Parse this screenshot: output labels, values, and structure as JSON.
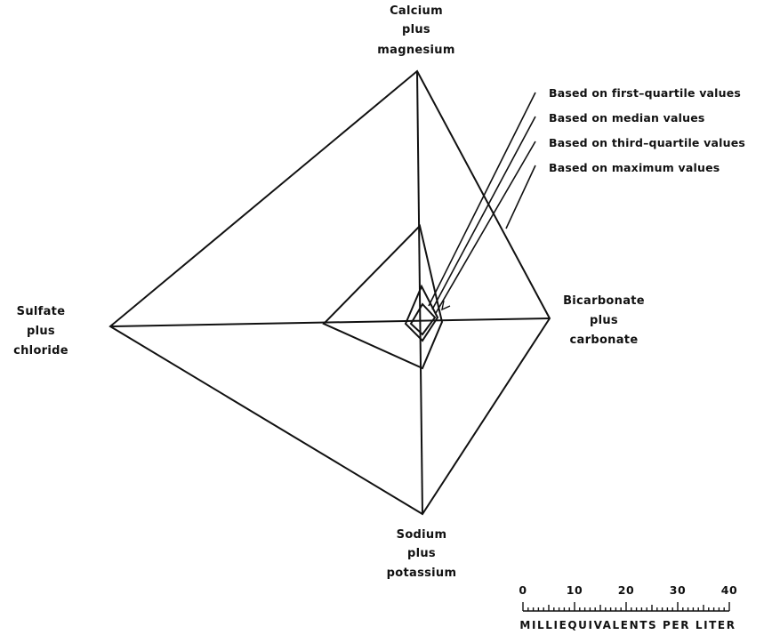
{
  "diagram": {
    "axes": [
      {
        "id": "top",
        "lines": [
          "Calcium",
          "plus",
          "magnesium"
        ]
      },
      {
        "id": "right",
        "lines": [
          "Bicarbonate",
          "plus",
          "carbonate"
        ]
      },
      {
        "id": "bottom",
        "lines": [
          "Sodium",
          "plus",
          "potassium"
        ]
      },
      {
        "id": "left",
        "lines": [
          "Sulfate",
          "plus",
          "chloride"
        ]
      }
    ],
    "legend": [
      "Based on first–quartile values",
      "Based on median values",
      "Based on third–quartile values",
      "Based on maximum values"
    ],
    "scale": {
      "ticks": [
        "0",
        "10",
        "20",
        "30",
        "40"
      ],
      "title": "MILLIEQUIVALENTS PER LITER"
    },
    "line_color": "#111111"
  }
}
